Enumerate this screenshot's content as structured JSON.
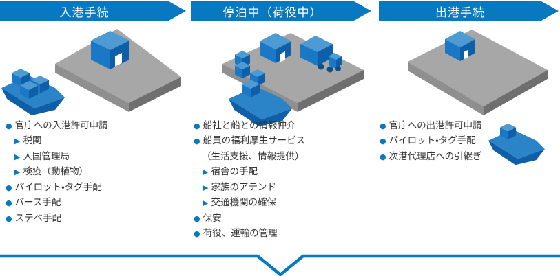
{
  "phases": [
    {
      "banner": "入港手続",
      "items": [
        {
          "type": "dot",
          "label": "官庁への入港許可申請"
        },
        {
          "type": "arrow",
          "label": "税関"
        },
        {
          "type": "arrow",
          "label": "入国管理局"
        },
        {
          "type": "arrow",
          "label": "検疫（動植物）"
        },
        {
          "type": "dot",
          "label": "パイロット・タグ手配"
        },
        {
          "type": "dot",
          "label": "バース手配"
        },
        {
          "type": "dot",
          "label": "ステベ手配"
        }
      ]
    },
    {
      "banner": "停泊中（荷役中）",
      "items": [
        {
          "type": "dot",
          "label": "船社と船との情報仲介"
        },
        {
          "type": "dot",
          "label": "船員の福利厚生サービス"
        },
        {
          "type": "cont",
          "label": "（生活支援、情報提供）"
        },
        {
          "type": "arrow",
          "label": "宿舎の手配"
        },
        {
          "type": "arrow",
          "label": "家族のアテンド"
        },
        {
          "type": "arrow",
          "label": "交通機関の確保"
        },
        {
          "type": "dot",
          "label": "保安"
        },
        {
          "type": "dot",
          "label": "荷役、運輸の管理"
        }
      ]
    },
    {
      "banner": "出港手続",
      "items": [
        {
          "type": "dot",
          "label": "官庁への出港許可申請"
        },
        {
          "type": "dot",
          "label": "パイロット・タグ手配"
        },
        {
          "type": "dot",
          "label": "次港代理店への引継ぎ"
        }
      ]
    }
  ],
  "icons": {
    "bullet_dot": "●",
    "bullet_arrow": "▶"
  },
  "colors": {
    "accent_blue": "#0878c0",
    "text": "#333333",
    "illustration_blue": "#1b78c4",
    "illustration_blue_dark": "#0f5fa8",
    "illustration_blue_light": "#4e9ad3",
    "dock_gray_top": "#a7a7a7",
    "dock_gray_left": "#8f8f8f",
    "dock_gray_right": "#6f6f6f",
    "door_white": "#ffffff"
  }
}
